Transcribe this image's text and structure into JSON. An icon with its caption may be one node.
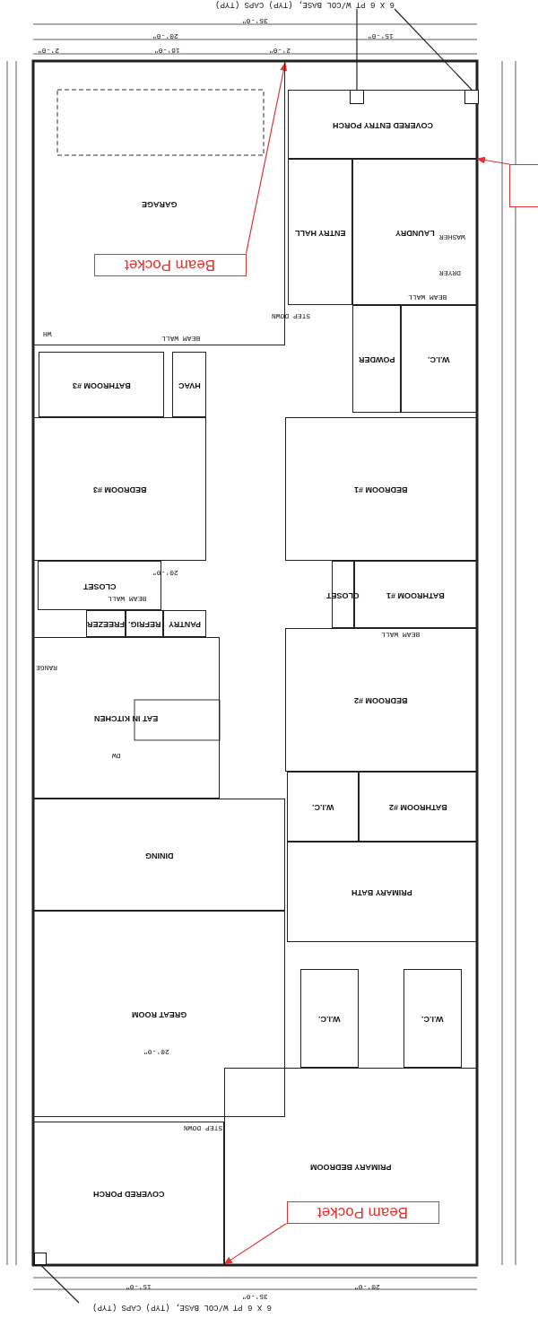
{
  "diagram": {
    "nodes": [
      {
        "text": [
          "6 X 6 PT W/COL BASE, (TYP) CAPS (TYP)"
        ]
      },
      {
        "text": [],
        "shape": "box",
        "in": 4
      },
      {
        "text": [],
        "shape": "box",
        "in": 4
      },
      {
        "text": [
          "GARAGE"
        ]
      },
      {
        "text": [
          "COVERED ENTRY PORCH"
        ]
      },
      {
        "text": [
          "ENTRY HALL"
        ]
      },
      {
        "text": [
          "LAUNDRY"
        ]
      },
      {
        "text": [
          "POWDER"
        ]
      },
      {
        "text": [
          "W.I.C."
        ]
      },
      {
        "text": [
          "BATHROOM #3"
        ]
      },
      {
        "text": [
          "HVAC"
        ]
      },
      {
        "text": [
          "BEDROOM #3"
        ]
      },
      {
        "text": [
          "BEDROOM #1"
        ]
      },
      {
        "text": [
          "CLOSET"
        ]
      },
      {
        "text": [
          "FREEZER"
        ]
      },
      {
        "text": [
          "REFRIG."
        ]
      },
      {
        "text": [
          "PANTRY"
        ]
      },
      {
        "text": [
          "CLOSET"
        ]
      },
      {
        "text": [
          "BATHROOM #1"
        ]
      },
      {
        "text": [
          "EAT IN KITCHEN"
        ]
      },
      {
        "text": [
          "BEDROOM #2"
        ]
      },
      {
        "text": [
          "W.I.C."
        ]
      },
      {
        "text": [
          "BATHROOM #2"
        ]
      },
      {
        "text": [
          "DINING"
        ]
      },
      {
        "text": [
          "PRIMARY BATH"
        ]
      },
      {
        "text": [
          "GREAT ROOM"
        ]
      },
      {
        "text": [
          "W.I.C."
        ]
      },
      {
        "text": [
          "W.I.C."
        ]
      },
      {
        "text": [
          "COVERED PORCH"
        ]
      },
      {
        "text": [
          "PRIMARY BEDROOM"
        ]
      },
      {
        "text": [
          "Beam Pocket"
        ],
        "in": 3
      },
      {
        "text": [
          "Beam Pocket"
        ],
        "in": 29
      },
      {
        "text": [],
        "shape": "box"
      },
      {
        "text": [],
        "shape": "box",
        "in": 28
      },
      {
        "text": [
          "6 X 6 PT W/COL BASE, (TYP) CAPS (TYP)"
        ]
      }
    ],
    "edges": [
      {
        "from": 0,
        "to": 1,
        "arrow": "none"
      },
      {
        "from": 0,
        "to": 2,
        "arrow": "none"
      },
      {
        "from": 30,
        "to": 3,
        "arrow": "to",
        "color": "#e0322f"
      },
      {
        "from": 32,
        "to": 4,
        "arrow": "to",
        "color": "#e0322f"
      },
      {
        "from": 31,
        "to": 29,
        "arrow": "to",
        "color": "#e0322f"
      },
      {
        "from": 34,
        "to": 33,
        "arrow": "none"
      }
    ],
    "labels": [
      "35'-0\"",
      "20'-0\"",
      "15'-0\"",
      "2'-0\"",
      "16'-0\"",
      "2'-0\"",
      "STEP DOWN",
      "BEAM WALL",
      "BEAM WALL",
      "WASHER",
      "DRYER",
      "WH",
      "BEAM WALL",
      "BEAM WALL",
      "RANGE",
      "DW",
      "20'-0\"",
      "20'-0\"",
      "STEP DOWN",
      "15'-0\"",
      "20'-0\"",
      "35'-0\""
    ]
  }
}
